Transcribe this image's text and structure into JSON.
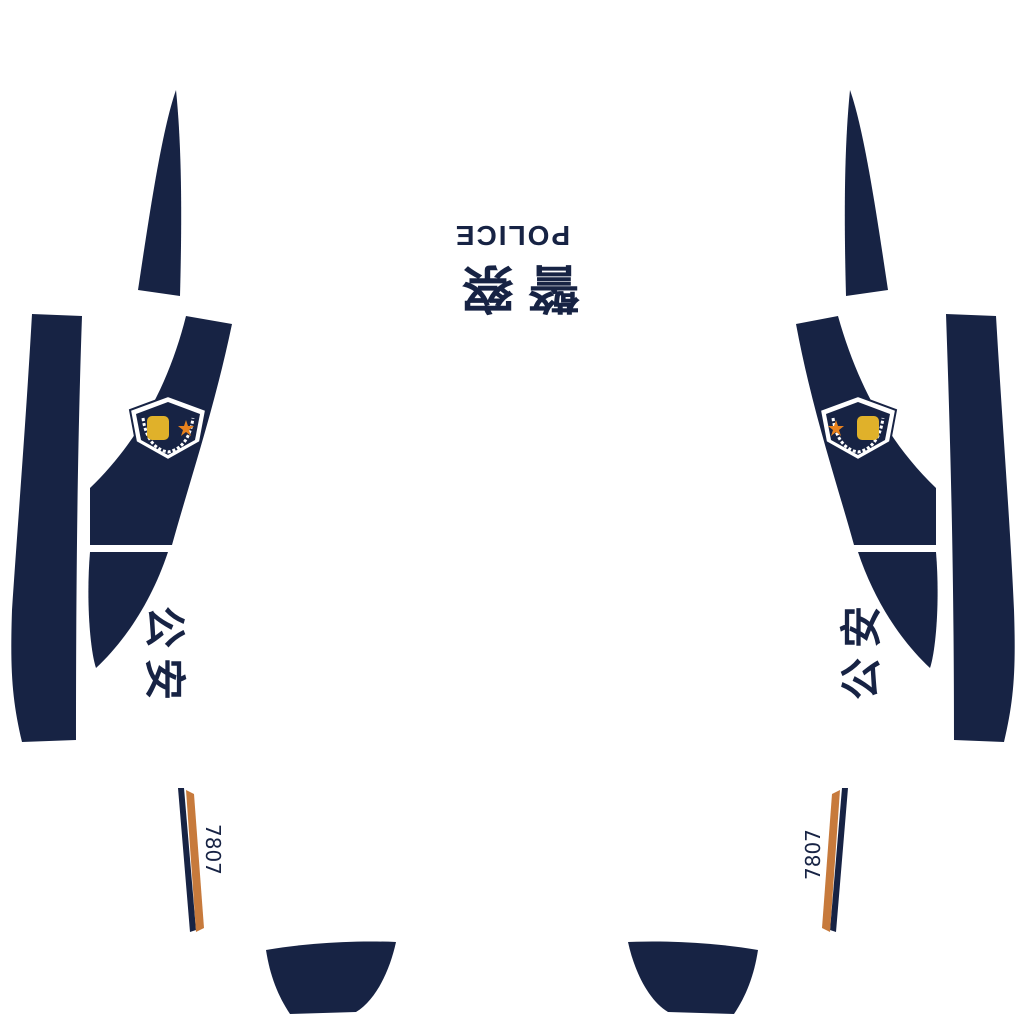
{
  "livery": {
    "roof_text_cn": "警察",
    "roof_text_en": "POLICE",
    "door_text_left": "公安",
    "door_text_right": "公安",
    "unit_number_left": "7807",
    "unit_number_right": "7807"
  },
  "emblem": {
    "left": "police-badge-icon",
    "right": "police-badge-icon"
  },
  "colors": {
    "background": "#ffffff",
    "navy": "#172344",
    "orange": "#c77a3c",
    "gold": "#e0b12a",
    "star": "#e8821e"
  }
}
